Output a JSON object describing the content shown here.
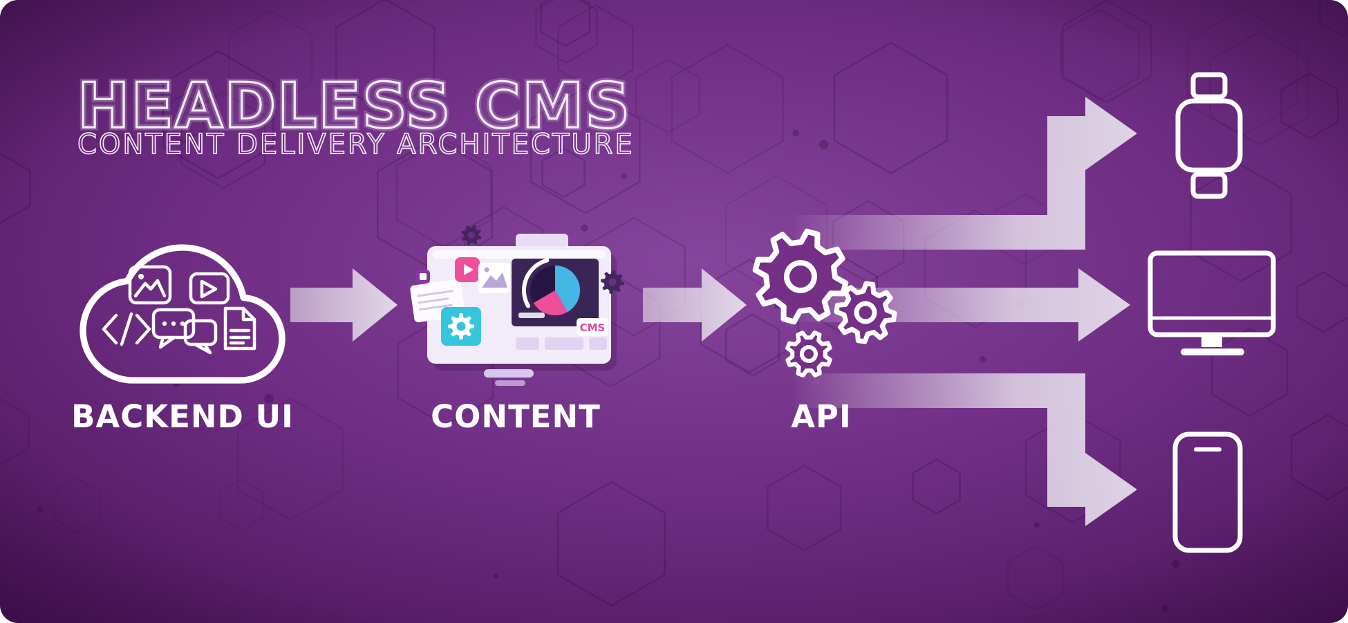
{
  "header": {
    "title": "HEADLESS CMS",
    "subtitle": "CONTENT DELIVERY ARCHITECTURE"
  },
  "stages": [
    {
      "id": "backend-ui",
      "label": "BACKEND UI",
      "icon": "cloud-backend-icon"
    },
    {
      "id": "content",
      "label": "CONTENT",
      "icon": "cms-editor-illustration"
    },
    {
      "id": "api",
      "label": "API",
      "icon": "gears-icon"
    }
  ],
  "content_window": {
    "badge": "CMS"
  },
  "targets": [
    {
      "id": "wearable",
      "icon": "smartwatch-icon"
    },
    {
      "id": "desktop",
      "icon": "desktop-monitor-icon"
    },
    {
      "id": "mobile",
      "icon": "smartphone-icon"
    }
  ],
  "flow": [
    {
      "from": "backend-ui",
      "to": "content"
    },
    {
      "from": "content",
      "to": "api"
    },
    {
      "from": "api",
      "to": "wearable"
    },
    {
      "from": "api",
      "to": "desktop"
    },
    {
      "from": "api",
      "to": "mobile"
    }
  ],
  "colors": {
    "bg_center": "#84439a",
    "bg_mid": "#6e2d83",
    "bg_edge": "#420d4e",
    "hex_line": "#2a0735",
    "arrow_light": "#f3eef6",
    "white": "#ffffff",
    "pink": "#ee4f9b",
    "pink_text": "#e8429a",
    "teal": "#35c5dc",
    "blue": "#45b7e5",
    "panel_dark": "#3a2556",
    "window_bg": "#f2ecfa",
    "gear_fill": "#752f87",
    "decor_gear": "#43265e"
  }
}
